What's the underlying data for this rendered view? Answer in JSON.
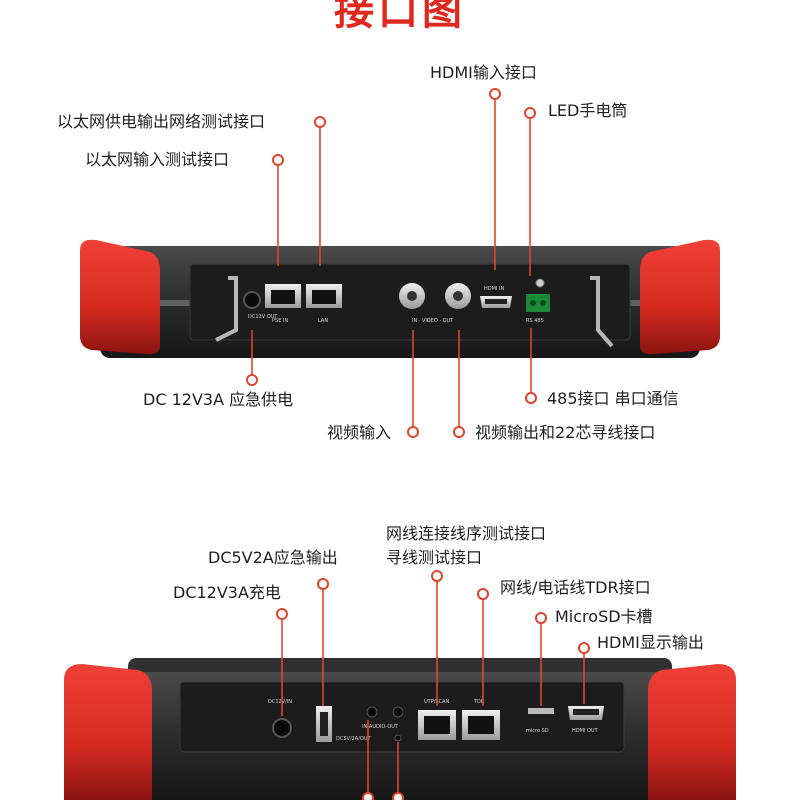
{
  "header": {
    "title": "接口图"
  },
  "top_panel": {
    "labels": {
      "hdmi_in": "HDMI输入接口",
      "led": "LED手电筒",
      "poe_out": "以太网供电输出网络测试接口",
      "eth_in": "以太网输入测试接口",
      "dc_power": "DC 12V3A 应急供电",
      "rs485": "485接口 串口通信",
      "video_in": "视频输入",
      "video_out": "视频输出和22芯寻线接口"
    },
    "port_marks": {
      "dc": "DC12V OUT",
      "pse": "PSE IN",
      "lan": "LAN",
      "video": "IN · VIDEO · OUT",
      "hdmi": "HDMI IN",
      "rs": "RS 485"
    }
  },
  "bottom_panel": {
    "labels": {
      "line_seq": "网线连接线序测试接口",
      "tracer": "寻线测试接口",
      "dc5v": "DC5V2A应急输出",
      "dc12v": "DC12V3A充电",
      "tdr": "网线/电话线TDR接口",
      "microsd": "MicroSD卡槽",
      "hdmi_out": "HDMI显示输出"
    },
    "port_marks": {
      "dcin": "DC12V/IN",
      "audio": "IN-AUDIO-OUT",
      "dc5v": "DC5V/2A/OUT",
      "utp": "UTP/SCAN",
      "tdr": "TDR",
      "sd": "micro SD",
      "hdmi": "HDMI OUT"
    }
  },
  "colors": {
    "accent": "#e0281e",
    "leader": "#e0442a",
    "body": "#2a2a2a",
    "bumper": "#d42a22"
  }
}
